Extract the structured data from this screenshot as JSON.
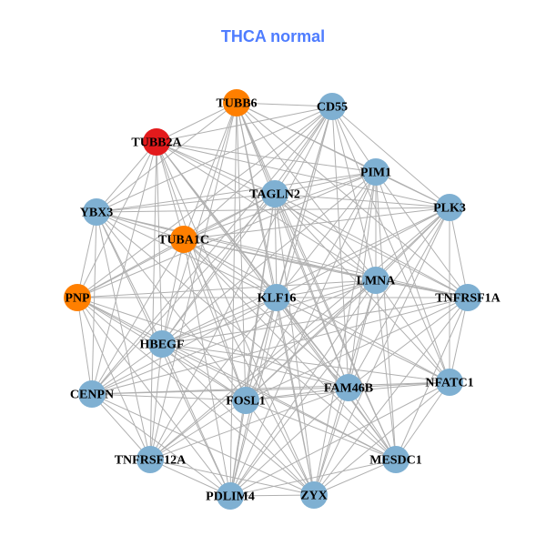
{
  "title": "THCA normal",
  "colors": {
    "title": "#4f7dff",
    "edge": "#b0b0b0",
    "blue": "#7fb0d2",
    "orange": "#ff7f00",
    "red": "#e31a1c"
  },
  "nodes": [
    {
      "id": "TUBB6",
      "group": "orange"
    },
    {
      "id": "CD55",
      "group": "blue"
    },
    {
      "id": "TUBB2A",
      "group": "red"
    },
    {
      "id": "PIM1",
      "group": "blue"
    },
    {
      "id": "TAGLN2",
      "group": "blue"
    },
    {
      "id": "PLK3",
      "group": "blue"
    },
    {
      "id": "YBX3",
      "group": "blue"
    },
    {
      "id": "TUBA1C",
      "group": "orange"
    },
    {
      "id": "LMNA",
      "group": "blue"
    },
    {
      "id": "PNP",
      "group": "orange"
    },
    {
      "id": "KLF16",
      "group": "blue"
    },
    {
      "id": "TNFRSF1A",
      "group": "blue"
    },
    {
      "id": "HBEGF",
      "group": "blue"
    },
    {
      "id": "FAM46B",
      "group": "blue"
    },
    {
      "id": "NFATC1",
      "group": "blue"
    },
    {
      "id": "CENPN",
      "group": "blue"
    },
    {
      "id": "FOSL1",
      "group": "blue"
    },
    {
      "id": "MESDC1",
      "group": "blue"
    },
    {
      "id": "TNFRSF12A",
      "group": "blue"
    },
    {
      "id": "ZYX",
      "group": "blue"
    },
    {
      "id": "PDLIM4",
      "group": "blue"
    }
  ],
  "adjacency": {
    "TUBB6": [
      "CD55",
      "TUBB2A",
      "PIM1",
      "TAGLN2",
      "PLK3",
      "YBX3",
      "TUBA1C",
      "LMNA",
      "KLF16",
      "HBEGF",
      "FAM46B",
      "FOSL1",
      "MESDC1",
      "TNFRSF12A",
      "ZYX",
      "PDLIM4",
      "TNFRSF1A"
    ],
    "CD55": [
      "TUBB2A",
      "PIM1",
      "TAGLN2",
      "PLK3",
      "TUBA1C",
      "LMNA",
      "KLF16",
      "HBEGF",
      "FAM46B",
      "FOSL1",
      "CENPN",
      "TNFRSF12A",
      "PDLIM4",
      "NFATC1",
      "YBX3",
      "PNP"
    ],
    "TUBB2A": [
      "PIM1",
      "TAGLN2",
      "YBX3",
      "TUBA1C",
      "LMNA",
      "PNP",
      "KLF16",
      "HBEGF",
      "FAM46B",
      "CENPN",
      "FOSL1",
      "MESDC1",
      "TNFRSF12A",
      "ZYX",
      "TNFRSF1A",
      "PLK3"
    ],
    "PIM1": [
      "TAGLN2",
      "PLK3",
      "YBX3",
      "TUBA1C",
      "LMNA",
      "KLF16",
      "TNFRSF1A",
      "HBEGF",
      "FAM46B",
      "NFATC1",
      "FOSL1",
      "MESDC1",
      "ZYX",
      "PDLIM4",
      "PNP"
    ],
    "TAGLN2": [
      "PLK3",
      "YBX3",
      "TUBA1C",
      "LMNA",
      "PNP",
      "KLF16",
      "TNFRSF1A",
      "HBEGF",
      "FAM46B",
      "NFATC1",
      "CENPN",
      "FOSL1",
      "MESDC1",
      "ZYX",
      "PDLIM4"
    ],
    "PLK3": [
      "YBX3",
      "TUBA1C",
      "LMNA",
      "KLF16",
      "TNFRSF1A",
      "HBEGF",
      "FAM46B",
      "NFATC1",
      "FOSL1",
      "TNFRSF12A",
      "ZYX",
      "PDLIM4"
    ],
    "YBX3": [
      "TUBA1C",
      "LMNA",
      "PNP",
      "KLF16",
      "TNFRSF1A",
      "HBEGF",
      "CENPN",
      "FOSL1",
      "MESDC1",
      "TNFRSF12A",
      "PDLIM4"
    ],
    "TUBA1C": [
      "LMNA",
      "PNP",
      "KLF16",
      "TNFRSF1A",
      "HBEGF",
      "FAM46B",
      "NFATC1",
      "CENPN",
      "FOSL1",
      "MESDC1",
      "ZYX",
      "PDLIM4"
    ],
    "LMNA": [
      "PNP",
      "KLF16",
      "TNFRSF1A",
      "HBEGF",
      "FAM46B",
      "NFATC1",
      "CENPN",
      "FOSL1",
      "MESDC1",
      "TNFRSF12A",
      "ZYX",
      "PDLIM4"
    ],
    "PNP": [
      "KLF16",
      "TNFRSF1A",
      "HBEGF",
      "FAM46B",
      "CENPN",
      "FOSL1",
      "MESDC1",
      "TNFRSF12A",
      "ZYX",
      "PDLIM4"
    ],
    "KLF16": [
      "TNFRSF1A",
      "HBEGF",
      "FAM46B",
      "NFATC1",
      "CENPN",
      "FOSL1",
      "MESDC1",
      "TNFRSF12A",
      "ZYX",
      "PDLIM4"
    ],
    "TNFRSF1A": [
      "HBEGF",
      "FAM46B",
      "NFATC1",
      "FOSL1",
      "MESDC1",
      "ZYX",
      "CENPN"
    ],
    "HBEGF": [
      "FAM46B",
      "NFATC1",
      "CENPN",
      "FOSL1",
      "MESDC1",
      "TNFRSF12A",
      "ZYX",
      "PDLIM4"
    ],
    "FAM46B": [
      "NFATC1",
      "CENPN",
      "FOSL1",
      "MESDC1",
      "TNFRSF12A",
      "ZYX",
      "PDLIM4"
    ],
    "NFATC1": [
      "FOSL1",
      "MESDC1",
      "ZYX",
      "PDLIM4",
      "CENPN"
    ],
    "CENPN": [
      "FOSL1",
      "TNFRSF12A",
      "PDLIM4",
      "ZYX"
    ],
    "FOSL1": [
      "MESDC1",
      "TNFRSF12A",
      "ZYX",
      "PDLIM4"
    ],
    "MESDC1": [
      "ZYX",
      "PDLIM4"
    ],
    "TNFRSF12A": [
      "PDLIM4",
      "ZYX"
    ],
    "ZYX": [
      "PDLIM4"
    ]
  }
}
